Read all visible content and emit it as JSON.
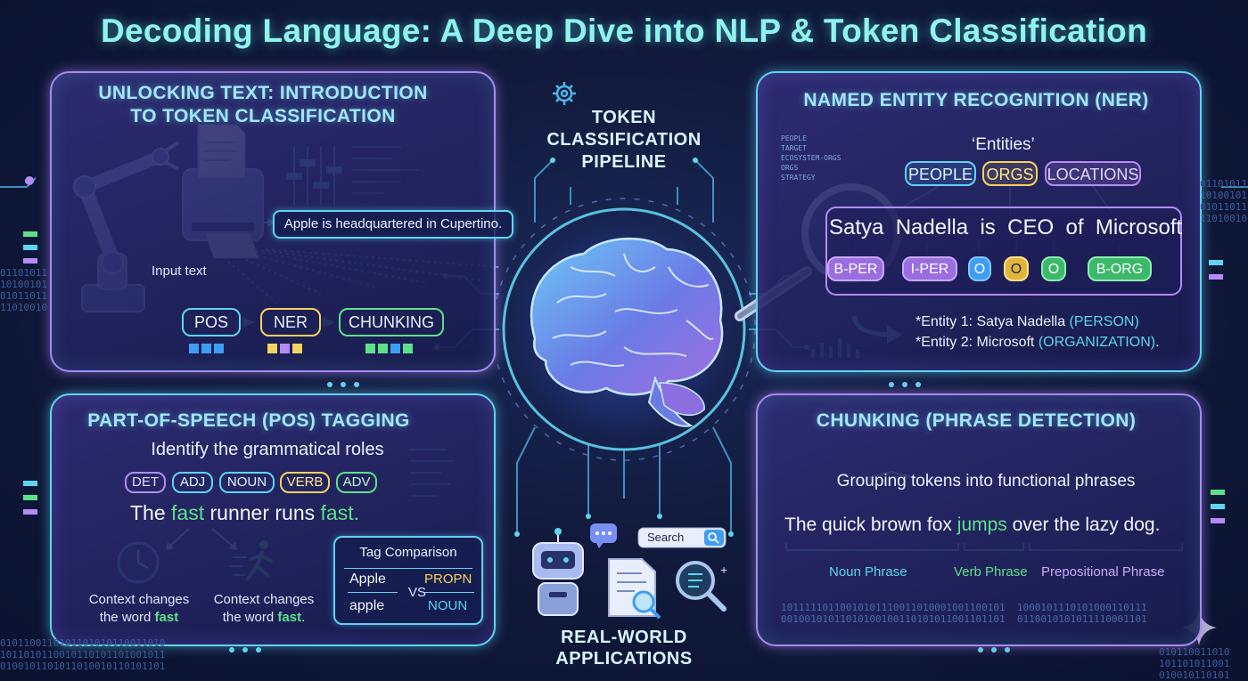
{
  "title": "Decoding Language: A Deep Dive into NLP & Token Classification",
  "center": {
    "pipeline_title": "TOKEN\nCLASSIFICATION\nPIPELINE",
    "applications_title": "REAL-WORLD\nAPPLICATIONS",
    "search_label": "Search"
  },
  "intro": {
    "title": "UNLOCKING TEXT: INTRODUCTION\nTO TOKEN CLASSIFICATION",
    "input_sentence": "Apple is headquartered in Cupertino.",
    "input_label": "Input text",
    "stages": [
      "POS",
      "NER",
      "CHUNKING"
    ]
  },
  "ner": {
    "title": "NAMED ENTITY RECOGNITION (NER)",
    "entities_label": "‘Entities’",
    "categories": [
      "PEOPLE",
      "ORGS",
      "LOCATIONS"
    ],
    "tokens": [
      "Satya",
      "Nadella",
      "is",
      "CEO",
      "of",
      "Microsoft"
    ],
    "tags": [
      "B-PER",
      "I-PER",
      "O",
      "O",
      "O",
      "B-ORG"
    ],
    "legend": [
      "PEOPLE",
      "TARGET",
      "ECOSYSTEM-ORGS",
      "ORGS",
      "STRATEGY"
    ],
    "entity1": {
      "prefix": "*Entity 1: Satya Nadella",
      "type": "(PERSON)"
    },
    "entity2": {
      "prefix": "*Entity 2: Microsoft",
      "type": "(ORGANIZATION)",
      "suffix": "."
    }
  },
  "pos": {
    "title": "PART-OF-SPEECH (POS) TAGGING",
    "subtitle": "Identify the grammatical roles",
    "tags": [
      "DET",
      "ADJ",
      "NOUN",
      "VERB",
      "ADV"
    ],
    "sentence": [
      "The",
      "fast",
      "runner",
      "runs",
      "fast."
    ],
    "context1": {
      "line1": "Context changes",
      "line2_prefix": "the word",
      "highlight": "fast"
    },
    "context2": {
      "line1": "Context changes",
      "line2_prefix": "the word",
      "highlight": "fast",
      "suffix": "."
    },
    "comparison": {
      "title": "Tag Comparison",
      "word1": "Apple",
      "word2": "apple",
      "vs": "VS",
      "tag1": "PROPN",
      "tag2": "NOUN"
    }
  },
  "chunking": {
    "title": "CHUNKING (PHRASE DETECTION)",
    "subtitle": "Grouping tokens into functional phrases",
    "sentence_part1": "The quick brown fox",
    "sentence_verb": "jumps",
    "sentence_part3": "over the lazy dog.",
    "labels": [
      "Noun Phrase",
      "Verb Phrase",
      "Prepositional Phrase"
    ],
    "binary": "10111110110010101110011010001001100101  1000101110101000110111\n00100101011010100100110101011001101101  0110010101011110001101"
  },
  "decor_binary": {
    "left": "01101011\n10100101\n01011011\n11010010",
    "right": "01101011\n10100101\n01011011\n11010010",
    "bottom_left": "0101100110101101010110011010\n1011010110010110101101001011\n0100101101011010010110101101",
    "bottom_right": "010110011010\n101101011001\n010010110101"
  },
  "colors": {
    "cyan": "#5fd4f0",
    "purple": "#b58cf5",
    "yellow": "#f4d35e",
    "green": "#5ee08a",
    "blue": "#3f9df2"
  }
}
